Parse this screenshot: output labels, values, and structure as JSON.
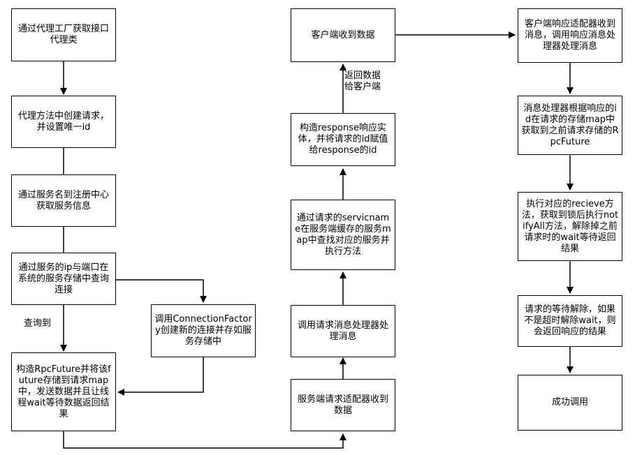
{
  "nodes": {
    "n1": "通过代理工厂获取接口代理类",
    "n2": "代理方法中创建请求，并设置唯一id",
    "n3": "通过服务名到注册中心获取服务信息",
    "n4": "通过服务的ip与端口在系统的服务存储中查询连接",
    "n5": "调用ConnectionFactory创建新的连接并存如服务存储中",
    "n6": "构造RpcFuture并将该future存储到请求map中，发送数据并且让线程wait等待数据返回结果",
    "n7": "服务端请求适配器收到数据",
    "n8": "调用请求消息处理器处理消息",
    "n9": "通过请求的servicname在服务端缓存的服务map中查找对应的服务并执行方法",
    "n10": "构造response响应实体，并将请求的id赋值给response的id",
    "n11": "客户端收到数据",
    "n12": "客户端响应适配器收到消息，调用响应消息处理器处理消息",
    "n13": "消息处理器根据响应的id在请求的存储map中获取到之前请求存储的RpcFuture",
    "n14": "执行对应的recieve方法，获取到锁后执行notifyAll方法，解除掉之前请求时的wait等待返回结果",
    "n15": "请求的等待解除，如果不是超时解除wait，则会返回响应的结果",
    "n16": "成功调用"
  },
  "labels": {
    "found": "查询到",
    "return_to_client": "返回数据给客户端"
  }
}
